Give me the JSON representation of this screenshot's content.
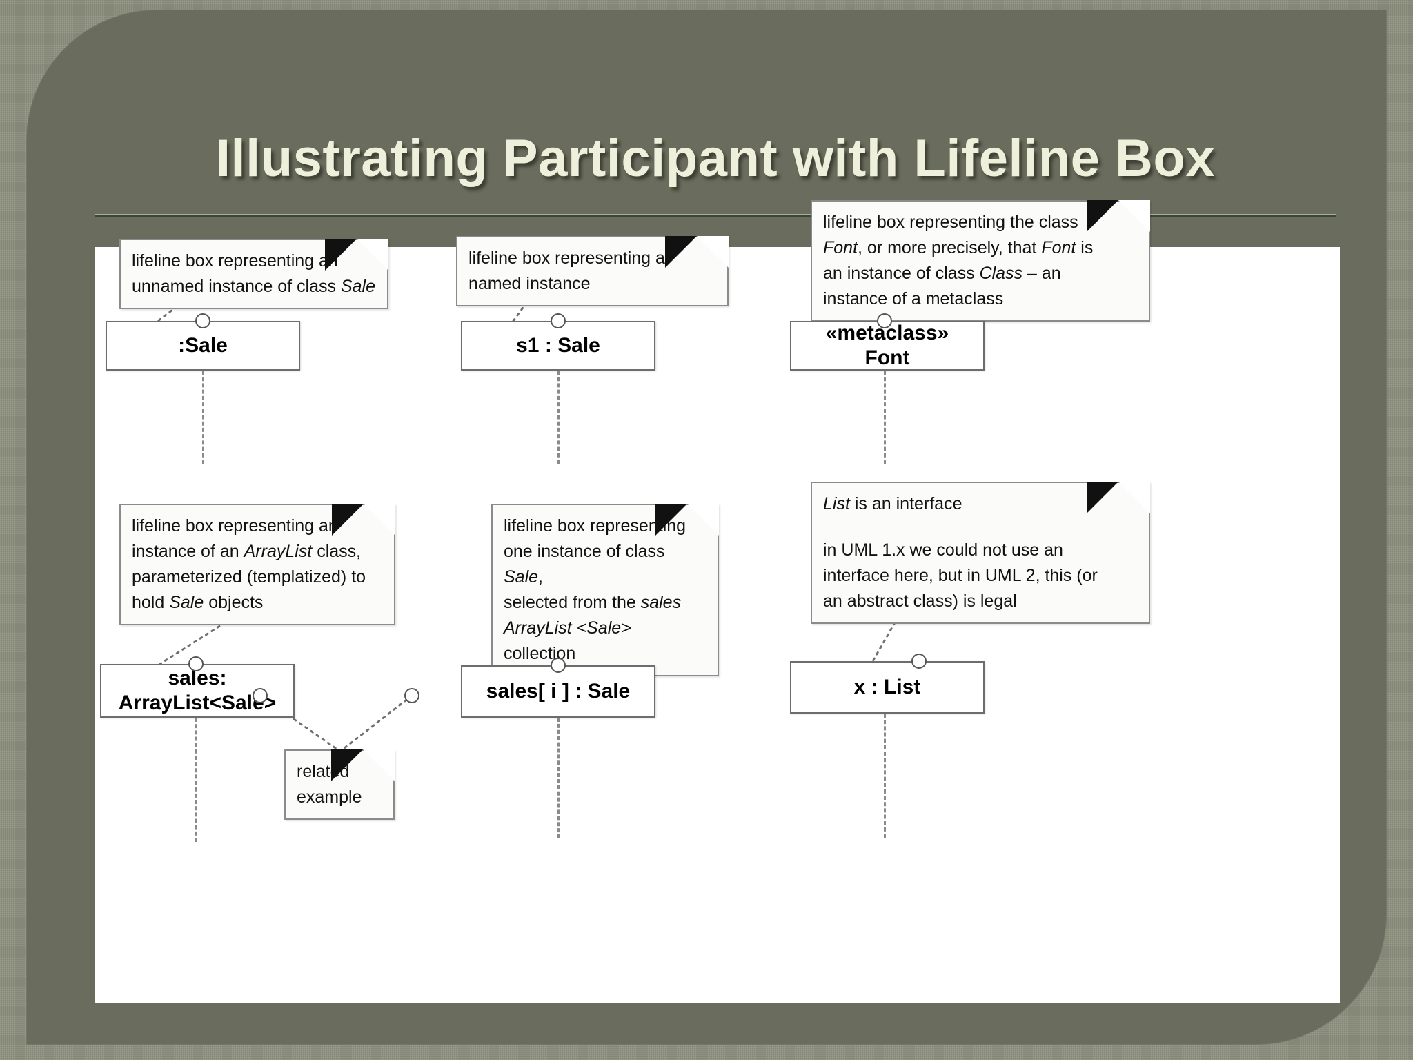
{
  "slide": {
    "title": "Illustrating Participant with Lifeline Box",
    "colors": {
      "frame_outer": "#8e917f",
      "frame_inner": "#6a6d5d",
      "title_text": "#eef0dc",
      "canvas": "#ffffff",
      "note_border": "#8b8b8b",
      "box_border": "#6d6d6d",
      "leader": "#70706f"
    }
  },
  "notes": [
    {
      "id": "note-unnamed-instance",
      "lines": [
        "lifeline box representing an",
        "unnamed instance of class Sale"
      ],
      "italic_terms": [
        "Sale"
      ]
    },
    {
      "id": "note-named-instance",
      "lines": [
        "lifeline box representing a",
        "named instance"
      ],
      "italic_terms": []
    },
    {
      "id": "note-metaclass",
      "lines": [
        "lifeline box representing the class",
        "Font, or more precisely, that Font is",
        "an instance of class Class – an",
        "instance of a metaclass"
      ],
      "italic_terms": [
        "Font",
        "Class"
      ]
    },
    {
      "id": "note-arraylist",
      "lines": [
        "lifeline box representing an",
        "instance of an ArrayList class,",
        "parameterized (templatized) to",
        "hold Sale objects"
      ],
      "italic_terms": [
        "ArrayList",
        "Sale"
      ]
    },
    {
      "id": "note-sales-element",
      "lines": [
        "lifeline box representing",
        "one instance of class Sale,",
        "selected from the sales",
        "ArrayList <Sale> collection"
      ],
      "italic_terms": [
        "Sale",
        "sales",
        "ArrayList <Sale>"
      ]
    },
    {
      "id": "note-list-interface",
      "lines": [
        "List is an interface",
        "",
        "in UML 1.x we could not use an",
        "interface here, but in UML 2, this (or",
        "an abstract class) is legal"
      ],
      "italic_terms": [
        "List"
      ]
    },
    {
      "id": "note-related-example",
      "lines": [
        "related",
        "example"
      ],
      "italic_terms": []
    }
  ],
  "lifelines": [
    {
      "id": "lifeline-sale",
      "lines": [
        ":Sale"
      ]
    },
    {
      "id": "lifeline-s1-sale",
      "lines": [
        "s1 : Sale"
      ]
    },
    {
      "id": "lifeline-metaclass-font",
      "lines": [
        "«metaclass»",
        "Font"
      ]
    },
    {
      "id": "lifeline-sales-arraylist",
      "lines": [
        "sales:",
        "ArrayList<Sale>"
      ]
    },
    {
      "id": "lifeline-sales-i-sale",
      "lines": [
        "sales[ i ] : Sale"
      ]
    },
    {
      "id": "lifeline-x-list",
      "lines": [
        "x : List"
      ]
    }
  ]
}
